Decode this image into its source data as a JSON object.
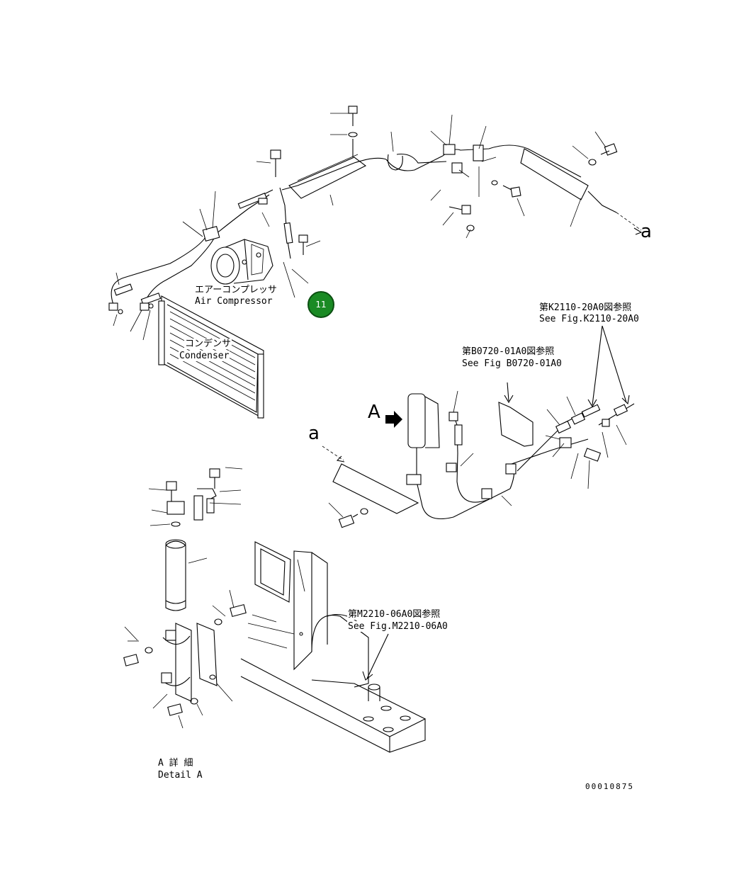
{
  "callout": {
    "number": "11",
    "color": "#1a8a24"
  },
  "labels": {
    "air_compressor_jp": "エアーコンプレッサ",
    "air_compressor_en": "Air Compressor",
    "condenser_jp": "コンデンサ",
    "condenser_en": "Condenser",
    "ref_k2110_jp": "第K2110-20A0図参照",
    "ref_k2110_en": "See Fig.K2110-20A0",
    "ref_b0720_jp": "第B0720-01A0図参照",
    "ref_b0720_en": "See Fig B0720-01A0",
    "ref_m2210_jp": "第M2210-06A0図参照",
    "ref_m2210_en": "See Fig.M2210-06A0",
    "view_a": "A",
    "mark_a_right": "a",
    "mark_a_left": "a",
    "detail_a_jp": "A 詳 細",
    "detail_a_en": "Detail A",
    "drawing_number": "00010875"
  }
}
